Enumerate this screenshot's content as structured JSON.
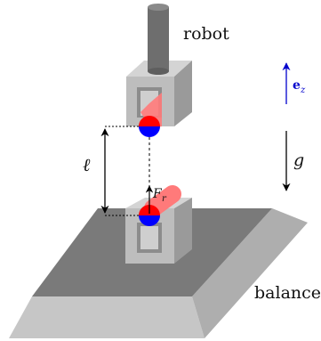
{
  "labels": {
    "robot": "robot",
    "balance": "balance",
    "length_symbol": "ℓ",
    "gravity_symbol": "g",
    "force_main": "F",
    "force_sub": "r",
    "unit_vector_main": "e",
    "unit_vector_sub": "z"
  },
  "colors": {
    "robot_shaft": "#6e6e6e",
    "block_front": "#bdbdbd",
    "block_top": "#d4d4d4",
    "block_side": "#9a9a9a",
    "balance_top": "#7a7a7a",
    "balance_front": "#c6c6c6",
    "balance_side": "#aeaeae",
    "magnet_north": "#ff0000",
    "magnet_south": "#0000ff",
    "magnet_glow": "#ff7a7a",
    "unit_vector": "#0000cc",
    "ink": "#000000"
  },
  "icons": {
    "gravity_arrow": "down-arrow-icon",
    "unit_vector_arrow": "up-arrow-icon",
    "force_arrow": "up-arrow-icon"
  }
}
